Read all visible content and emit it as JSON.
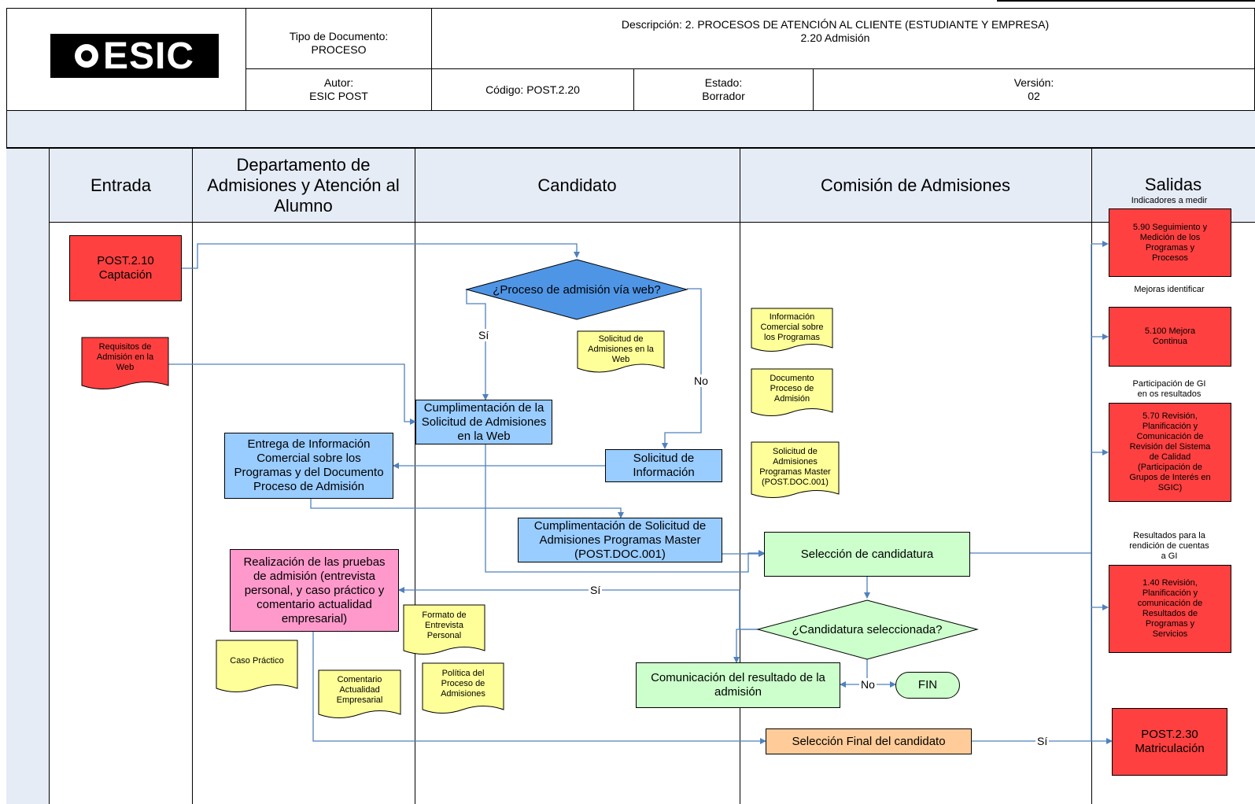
{
  "header": {
    "logo_text": "ESIC",
    "tipo_label": "Tipo de Documento:",
    "tipo_value": "PROCESO",
    "descripcion_line1": "Descripción: 2. PROCESOS DE ATENCIÓN AL CLIENTE (ESTUDIANTE Y EMPRESA)",
    "descripcion_line2": "2.20 Admisión",
    "autor_label": "Autor:",
    "autor_value": "ESIC POST",
    "codigo": "Código: POST.2.20",
    "estado_label": "Estado:",
    "estado_value": "Borrador",
    "version_label": "Versión:",
    "version_value": "02"
  },
  "lanes": {
    "entrada": "Entrada",
    "departamento": "Departamento de\nAdmisiones y Atención al\nAlumno",
    "candidato": "Candidato",
    "comision": "Comisión de Admisiones",
    "salidas": "Salidas"
  },
  "inputs": {
    "captacion": "POST.2.10\nCaptación",
    "requisitos": "Requisitos de\nAdmisión en la\nWeb"
  },
  "process": {
    "decision_web": "¿Proceso de admisión vía web?",
    "cumplimentacion_web": "Cumplimentación de la\nSolicitud de Admisiones\nen la Web",
    "solicitud_info": "Solicitud de\nInformación",
    "entrega_info": "Entrega de Información\nComercial sobre los\nProgramas y del Documento\nProceso de Admisión",
    "cumplimentacion_master": "Cumplimentación de Solicitud de\nAdmisiones Programas Master\n(POST.DOC.001)",
    "seleccion": "Selección de candidatura",
    "pruebas": "Realización de las pruebas\nde admisión (entrevista\npersonal, y caso práctico y\ncomentario actualidad\nempresarial)",
    "decision_candidatura": "¿Candidatura seleccionada?",
    "comunicacion": "Comunicación del resultado de la\nadmisión",
    "fin": "FIN",
    "seleccion_final": "Selección Final del candidato"
  },
  "documents": {
    "solicitud_web": "Solicitud de\nAdmisiones en la\nWeb",
    "info_comercial": "Información\nComercial sobre\nlos Programas",
    "doc_proceso": "Documento\nProceso de\nAdmisión",
    "solicitud_master": "Solicitud de\nAdmisiones\nProgramas Master\n(POST.DOC.001)",
    "formato_entrevista": "Formato de\nEntrevista\nPersonal",
    "politica": "Política del\nProceso de\nAdmisiones",
    "caso_practico": "Caso Práctico",
    "comentario": "Comentario\nActualidad\nEmpresarial"
  },
  "labels": {
    "si": "Sí",
    "no": "No"
  },
  "outputs": {
    "indicadores_caption": "Indicadores a medir",
    "seguimiento": "5.90 Seguimiento y\nMedición de los\nProgramas y\nProcesos",
    "mejoras_caption": "Mejoras identificar",
    "mejora": "5.100 Mejora\nContinua",
    "participacion_caption": "Participación de GI\nen os  resultados",
    "revision": "5.70 Revisión,\nPlanificación y\nComunicación de\nRevisión del Sistema\nde Calidad\n(Participación de\nGrupos de Interés en\nSGIC)",
    "resultados_caption": "Resultados para la\nrendición de cuentas\na GI",
    "resultados": "1.40 Revisión,\nPlanificación y\ncomunicación de\nResultados de\nProgramas y\nServicios",
    "matriculacion": "POST.2.30\nMatriculación"
  },
  "colors": {
    "blue": "#99ccff",
    "green": "#ccffcc",
    "pink": "#ff99cc",
    "orange": "#ffcc99",
    "red": "#ff4040",
    "yellow": "#ffff99",
    "lane_header": "#e6ecf6",
    "connector": "#4f81bd"
  }
}
